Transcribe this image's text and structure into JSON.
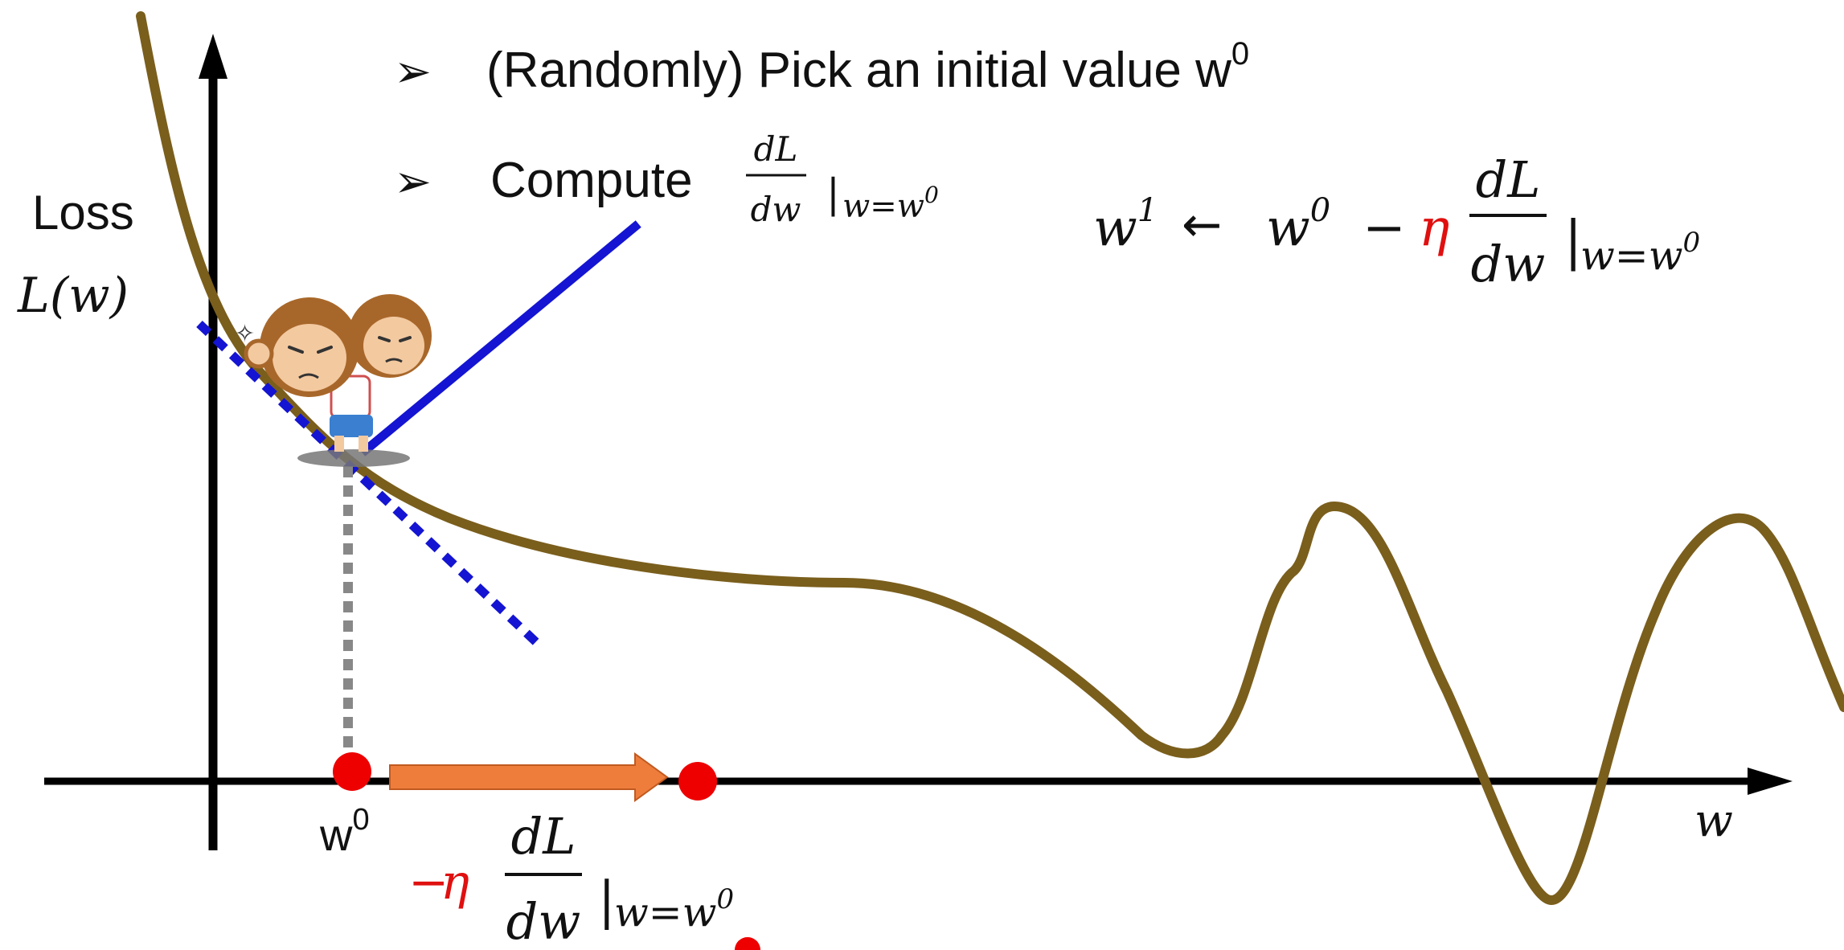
{
  "bullets": {
    "marker": "➢",
    "item1": "(Randomly) Pick an initial value w",
    "item1_sup": "0",
    "item2_prefix": "Compute",
    "frac_num": "dL",
    "frac_den": "dw",
    "eval_bar": "|",
    "eval_sub": "w=w",
    "eval_sup": "0"
  },
  "axes": {
    "y_label_line1": "Loss",
    "y_label_line2": "L(w)",
    "x_label": "w",
    "initial_point_label": "w",
    "initial_point_sup": "0"
  },
  "update_rule": {
    "lhs": "w",
    "lhs_sup": "1",
    "arrow": "←",
    "w0": "w",
    "w0_sup": "0",
    "minus": "−",
    "eta": "η",
    "frac_num": "dL",
    "frac_den": "dw",
    "eval_bar": "|",
    "eval_sub": "w=w",
    "eval_sup": "0"
  },
  "step": {
    "minus": "−",
    "eta": "η",
    "frac_num": "dL",
    "frac_den": "dw",
    "eval_bar": "|",
    "eval_sub": "w=w",
    "eval_sup": "0"
  },
  "colors": {
    "curve": "#7a5e1c",
    "tangent": "#1414d2",
    "step_arrow": "#ee7d3c",
    "point": "#ee0000",
    "eta": "#e01010",
    "axis": "#000000",
    "dotted": "#888888"
  }
}
